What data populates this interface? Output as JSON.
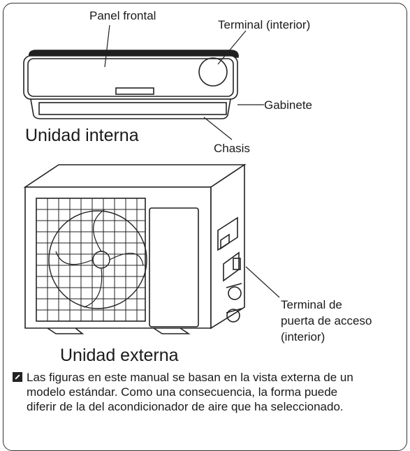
{
  "labels": {
    "panel_frontal": "Panel frontal",
    "terminal_interior": "Terminal (interior)",
    "gabinete": "Gabinete",
    "unidad_interna": "Unidad interna",
    "chasis": "Chasis",
    "terminal_puerta_l1": "Terminal de",
    "terminal_puerta_l2": "puerta de acceso",
    "terminal_puerta_l3": "(interior)",
    "unidad_externa": "Unidad externa"
  },
  "note": {
    "icon": "pencil-note-icon",
    "text": "Las figuras en este manual se basan en la vista externa de un modelo estándar. Como una consecuencia, la forma puede diferir de la del acondicionador de aire que ha seleccionado."
  }
}
